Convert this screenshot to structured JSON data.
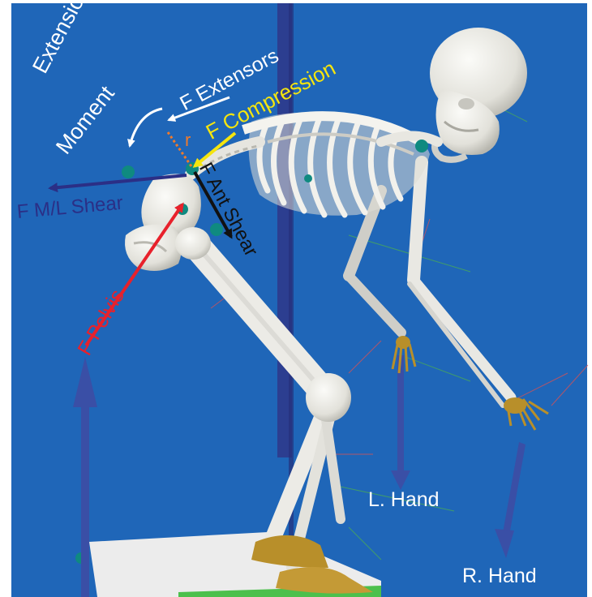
{
  "colors": {
    "background": "#1f66b8",
    "frame": "#ffffff",
    "bone": "#ecebe6",
    "bone_shade": "#b9b8b0",
    "extensors": "#ffffff",
    "compression": "#f5e50e",
    "ant_shear": "#111111",
    "ml_shear": "#2b2f86",
    "pelvis": "#e8212b",
    "hand_force": "#3a4fa6",
    "joint_marker": "#0f8a80",
    "foot": "#b88f2a"
  },
  "labels": {
    "extension_moment_1": "Extension",
    "extension_moment_2": "Moment",
    "f_extensors": "F Extensors",
    "f_compression": "F Compression",
    "r": "r",
    "f_ant_shear": "F Ant Shear",
    "f_ml_shear": "F M/L Shear",
    "f_pelvis": "F Pelvis",
    "l_hand": "L. Hand",
    "r_hand": "R. Hand"
  }
}
